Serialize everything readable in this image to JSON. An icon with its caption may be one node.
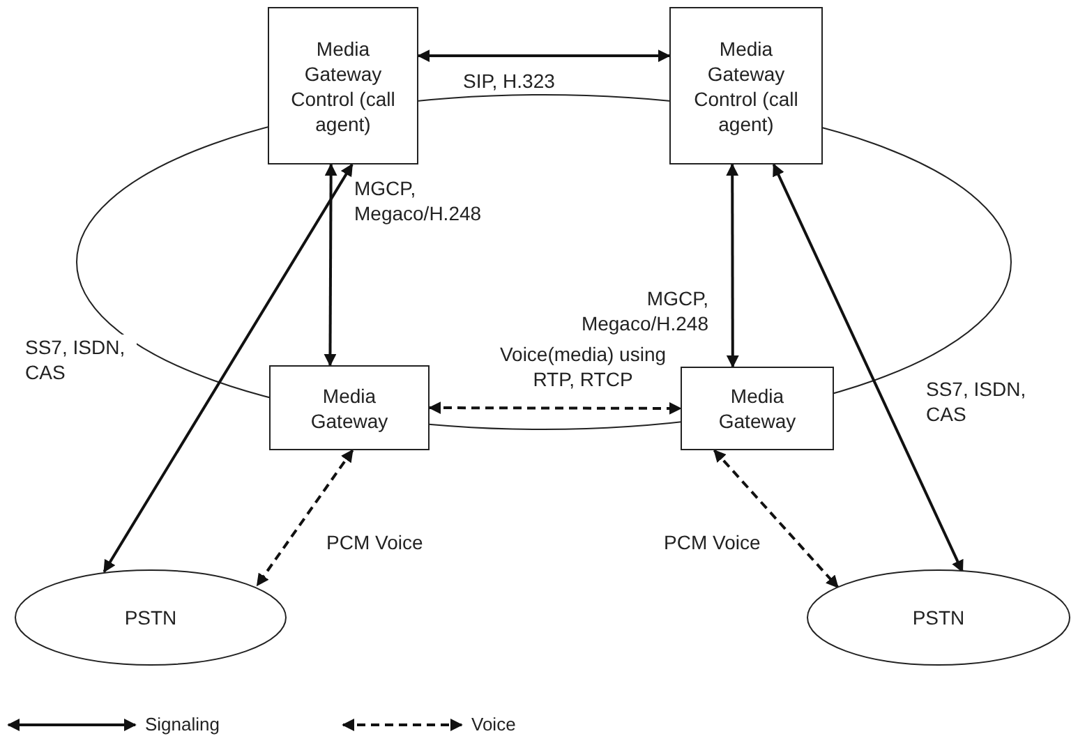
{
  "diagram": {
    "nodes": [
      {
        "text": [
          "Media Gateway Control (call agent)"
        ]
      },
      {
        "text": [
          "Media Gateway Control (call agent)"
        ]
      },
      {
        "text": [
          "Media Gateway"
        ]
      },
      {
        "text": [
          "Media Gateway"
        ]
      },
      {
        "text": [
          "PSTN"
        ]
      },
      {
        "text": [
          "PSTN"
        ]
      }
    ],
    "edges": [
      {
        "from": 0,
        "to": 1,
        "arrow": "both",
        "label": "SIP, H.323"
      },
      {
        "from": 0,
        "to": 2,
        "arrow": "both",
        "label": "MGCP, Megaco/H.248"
      },
      {
        "from": 1,
        "to": 3,
        "arrow": "both",
        "label": "MGCP, Megaco/H.248"
      },
      {
        "from": 2,
        "to": 3,
        "arrow": "both",
        "label": "Voice(media) using RTP, RTCP",
        "style": "dashed"
      },
      {
        "from": 0,
        "to": 4,
        "arrow": "both",
        "label": "SS7, ISDN, CAS"
      },
      {
        "from": 1,
        "to": 5,
        "arrow": "both",
        "label": "SS7, ISDN, CAS"
      },
      {
        "from": 2,
        "to": 4,
        "arrow": "both",
        "label": "PCM Voice",
        "style": "dashed"
      },
      {
        "from": 3,
        "to": 5,
        "arrow": "both",
        "label": "PCM Voice",
        "style": "dashed"
      }
    ],
    "legend": [
      {
        "text": "Signaling"
      },
      {
        "text": "Voice"
      }
    ]
  }
}
